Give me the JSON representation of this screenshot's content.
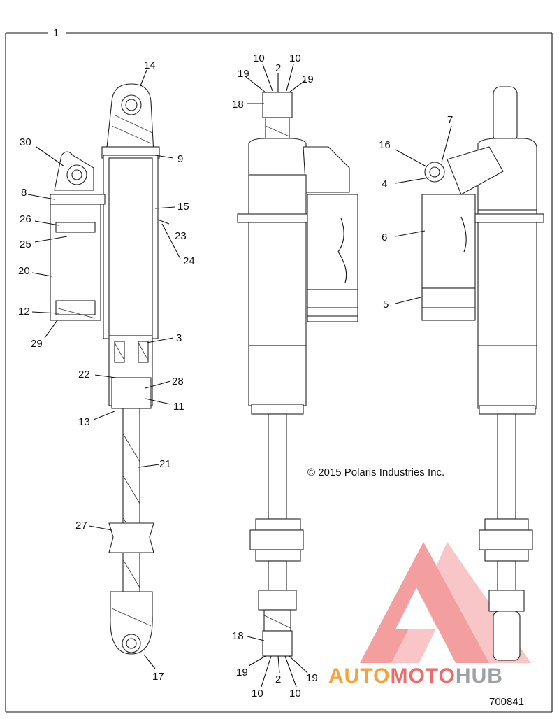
{
  "frame_label": "1",
  "copyright": "© 2015 Polaris Industries Inc.",
  "drawing_number": "700841",
  "watermark": {
    "parts": [
      {
        "text": "AUTO",
        "color": "#f4a23c"
      },
      {
        "text": "MOTO",
        "color": "#ee6b6b"
      },
      {
        "text": "HUB",
        "color": "#9aa0a6"
      }
    ],
    "logo_color": "#f08080"
  },
  "callouts": [
    {
      "id": "c14",
      "text": "14"
    },
    {
      "id": "c30",
      "text": "30"
    },
    {
      "id": "c9",
      "text": "9"
    },
    {
      "id": "c8",
      "text": "8"
    },
    {
      "id": "c15",
      "text": "15"
    },
    {
      "id": "c26",
      "text": "26"
    },
    {
      "id": "c23",
      "text": "23"
    },
    {
      "id": "c25",
      "text": "25"
    },
    {
      "id": "c24",
      "text": "24"
    },
    {
      "id": "c20",
      "text": "20"
    },
    {
      "id": "c12",
      "text": "12"
    },
    {
      "id": "c29",
      "text": "29"
    },
    {
      "id": "c3",
      "text": "3"
    },
    {
      "id": "c22",
      "text": "22"
    },
    {
      "id": "c28",
      "text": "28"
    },
    {
      "id": "c11",
      "text": "11"
    },
    {
      "id": "c13",
      "text": "13"
    },
    {
      "id": "c21",
      "text": "21"
    },
    {
      "id": "c27",
      "text": "27"
    },
    {
      "id": "c17",
      "text": "17"
    },
    {
      "id": "c10a",
      "text": "10"
    },
    {
      "id": "c10b",
      "text": "10"
    },
    {
      "id": "c2a",
      "text": "2"
    },
    {
      "id": "c19a",
      "text": "19"
    },
    {
      "id": "c19b",
      "text": "19"
    },
    {
      "id": "c18a",
      "text": "18"
    },
    {
      "id": "c7",
      "text": "7"
    },
    {
      "id": "c16",
      "text": "16"
    },
    {
      "id": "c4",
      "text": "4"
    },
    {
      "id": "c6",
      "text": "6"
    },
    {
      "id": "c5",
      "text": "5"
    },
    {
      "id": "c18b",
      "text": "18"
    },
    {
      "id": "c19c",
      "text": "19"
    },
    {
      "id": "c19d",
      "text": "19"
    },
    {
      "id": "c2b",
      "text": "2"
    },
    {
      "id": "c10c",
      "text": "10"
    },
    {
      "id": "c10d",
      "text": "10"
    }
  ]
}
